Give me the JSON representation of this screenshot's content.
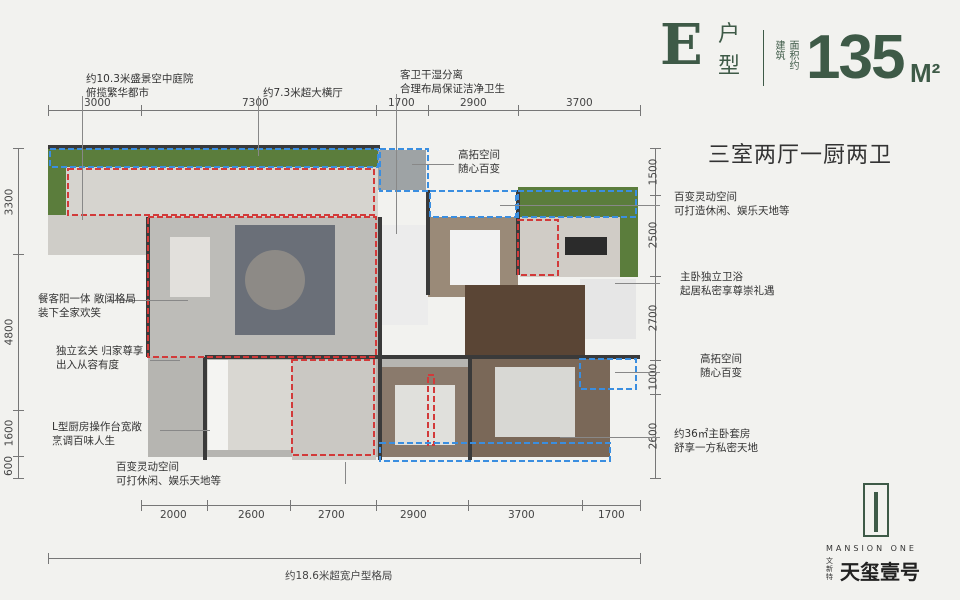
{
  "header": {
    "type_letter": "E",
    "type_word_1": "户",
    "type_word_2": "型",
    "area_label_1": "建筑",
    "area_label_2": "面积约",
    "area_value": "135",
    "area_unit": "M²",
    "subtitle": "三室两厅一厨两卫"
  },
  "top_dims": [
    "3000",
    "7300",
    "1700",
    "2900",
    "3700"
  ],
  "bottom_dims": [
    "2000",
    "2600",
    "2700",
    "2900",
    "3700",
    "1700"
  ],
  "right_dims": [
    "1500",
    "2500",
    "2700",
    "1000",
    "2600"
  ],
  "left_dims": [
    "3300",
    "4800",
    "1600",
    "600"
  ],
  "total_width_note": "约18.6米超宽户型格局",
  "callouts": {
    "courtyard": [
      "约10.3米盛景空中庭院",
      "俯揽繁华都市"
    ],
    "living": [
      "约7.3米超大横厅"
    ],
    "bath": [
      "客卫干湿分离",
      "合理布局保证洁净卫生"
    ],
    "flex_top": [
      "高拓空间",
      "随心百变"
    ],
    "study": [
      "百变灵动空间",
      "可打造休闲、娱乐天地等"
    ],
    "dining": [
      "餐客阳一体 敞阔格局",
      "装下全家欢笑"
    ],
    "entry": [
      "独立玄关 归家尊享",
      "出入从容有度"
    ],
    "master_bath": [
      "主卧独立卫浴",
      "起居私密享尊崇礼遇"
    ],
    "flex_right": [
      "高拓空间",
      "随心百变"
    ],
    "kitchen": [
      "L型厨房操作台宽敞",
      "烹调百味人生"
    ],
    "master": [
      "约36㎡主卧套房",
      "舒享一方私密天地"
    ],
    "flex_bottom": [
      "百变灵动空间",
      "可打休闲、娱乐天地等"
    ]
  },
  "brand": {
    "en": "MANSION ONE",
    "cn_small": "文新特",
    "cn": "天玺壹号"
  },
  "colors": {
    "accent": "#3e5a47",
    "red_dash": "#d23a3a",
    "blue_dash": "#3a8ee0"
  }
}
